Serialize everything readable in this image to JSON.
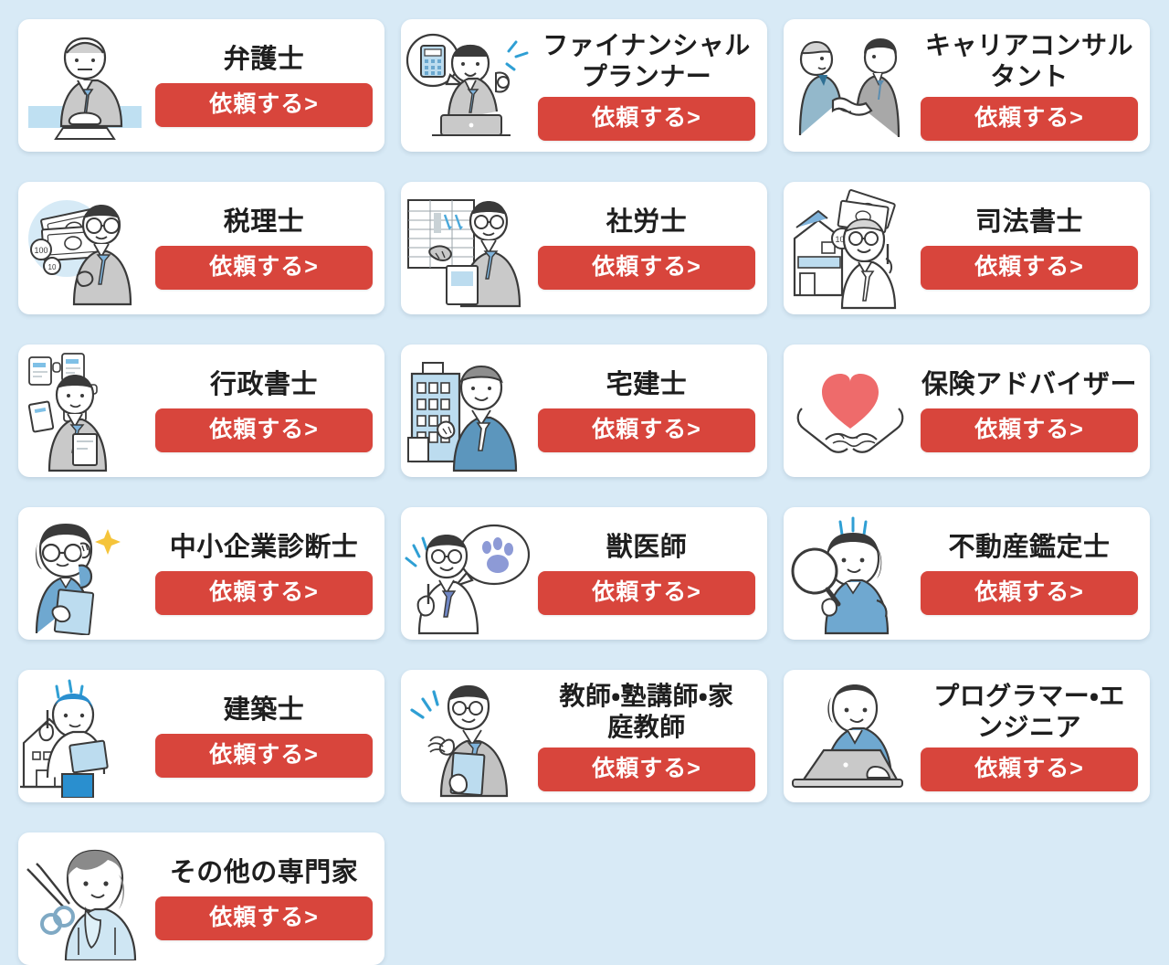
{
  "page": {
    "background_color": "#d8eaf6",
    "card_background_color": "#ffffff",
    "accent_color": "#d8453c",
    "title_color": "#1e1e1e",
    "columns": 3
  },
  "cta_label": "依頼する>",
  "cards": [
    {
      "id": "lawyer",
      "title": "弁護士",
      "cta": "依頼する>",
      "icon": "lawyer-at-desk-icon",
      "two_line": false
    },
    {
      "id": "financial-planner",
      "title": "ファイナンシャル\nプランナー",
      "cta": "依頼する>",
      "icon": "planner-calculator-icon",
      "two_line": true
    },
    {
      "id": "career-consultant",
      "title": "キャリアコンサル\nタント",
      "cta": "依頼する>",
      "icon": "handshake-icon",
      "two_line": true
    },
    {
      "id": "tax-accountant",
      "title": "税理士",
      "cta": "依頼する>",
      "icon": "money-bills-icon",
      "two_line": false
    },
    {
      "id": "labor-consultant",
      "title": "社労士",
      "cta": "依頼する>",
      "icon": "timesheet-chart-icon",
      "two_line": false
    },
    {
      "id": "judicial-scrivener",
      "title": "司法書士",
      "cta": "依頼する>",
      "icon": "house-money-icon",
      "two_line": false
    },
    {
      "id": "admin-scrivener",
      "title": "行政書士",
      "cta": "依頼する>",
      "icon": "documents-icon",
      "two_line": false
    },
    {
      "id": "real-estate-agent",
      "title": "宅建士",
      "cta": "依頼する>",
      "icon": "building-icon",
      "two_line": false
    },
    {
      "id": "insurance-adviser",
      "title": "保険アドバイザー",
      "cta": "依頼する>",
      "icon": "hands-heart-icon",
      "two_line": false
    },
    {
      "id": "sme-consultant",
      "title": "中小企業診断士",
      "cta": "依頼する>",
      "icon": "woman-glasses-icon",
      "two_line": false
    },
    {
      "id": "veterinarian",
      "title": "獣医師",
      "cta": "依頼する>",
      "icon": "vet-paw-icon",
      "two_line": false
    },
    {
      "id": "property-appraiser",
      "title": "不動産鑑定士",
      "cta": "依頼する>",
      "icon": "magnifier-woman-icon",
      "two_line": false
    },
    {
      "id": "architect",
      "title": "建築士",
      "cta": "依頼する>",
      "icon": "architect-house-icon",
      "two_line": false
    },
    {
      "id": "teacher-tutor",
      "title": "教師・塾講師・家\n庭教師",
      "cta": "依頼する>",
      "icon": "teacher-icon",
      "two_line": true
    },
    {
      "id": "programmer",
      "title": "プログラマー・エ\nンジニア",
      "cta": "依頼する>",
      "icon": "programmer-laptop-icon",
      "two_line": true
    },
    {
      "id": "other-experts",
      "title": "その他の専門家",
      "cta": "依頼する>",
      "icon": "woman-scissors-icon",
      "two_line": false
    }
  ]
}
